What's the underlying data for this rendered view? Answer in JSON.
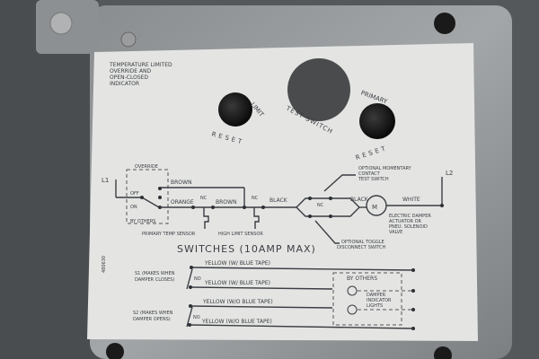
{
  "label": {
    "title_lines": [
      "TEMPERATURE LIMITED",
      "OVERRIDE AND",
      "OPEN-CLOSED",
      "INDICATOR"
    ],
    "left_button": {
      "top": "LIMIT",
      "bottom": "RESET"
    },
    "center_hole": "TEST SWITCH",
    "right_button": {
      "top": "PRIMARY",
      "bottom": "RESET"
    },
    "part_number": "480630"
  },
  "diagram": {
    "l1": "L1",
    "l2": "L2",
    "override": "OVERRIDE",
    "off": "OFF",
    "on": "ON",
    "by_others": "BY OTHERS",
    "brown_top": "BROWN",
    "orange": "ORANGE",
    "nc1": "NC",
    "brown_mid": "BROWN",
    "nc2": "NC",
    "black1": "BLACK",
    "nc3": "NC",
    "black2": "BLACK",
    "white": "WHITE",
    "motor": "M",
    "primary_sensor": "PRIMARY TEMP SENSOR",
    "high_limit_sensor": "HIGH LIMIT SENSOR",
    "test_switch_note": [
      "OPTIONAL MOMENTARY",
      "CONTACT",
      "TEST SWITCH"
    ],
    "toggle_note": [
      "OPTIONAL TOGGLE",
      "DISCONNECT SWITCH"
    ],
    "actuator_note": [
      "ELECTRIC DAMPER",
      "ACTUATOR OR",
      "PNEU. SOLENOID",
      "VALVE"
    ]
  },
  "switches": {
    "heading": "SWITCHES (10AMP MAX)",
    "s1_note": [
      "S1 (MAKES WHEN",
      "DAMPER CLOSES)"
    ],
    "s2_note": [
      "S2 (MAKES WHEN",
      "DAMPER OPENS)"
    ],
    "no1": "NO",
    "no2": "NO",
    "wires": [
      "YELLOW (W/ BLUE TAPE)",
      "YELLOW (W/ BLUE TAPE)",
      "YELLOW (W/O BLUE TAPE)",
      "YELLOW (W/O BLUE TAPE)"
    ],
    "by_others": "BY OTHERS",
    "lights_note": [
      "DAMPER",
      "INDICATOR",
      "LIGHTS"
    ]
  }
}
